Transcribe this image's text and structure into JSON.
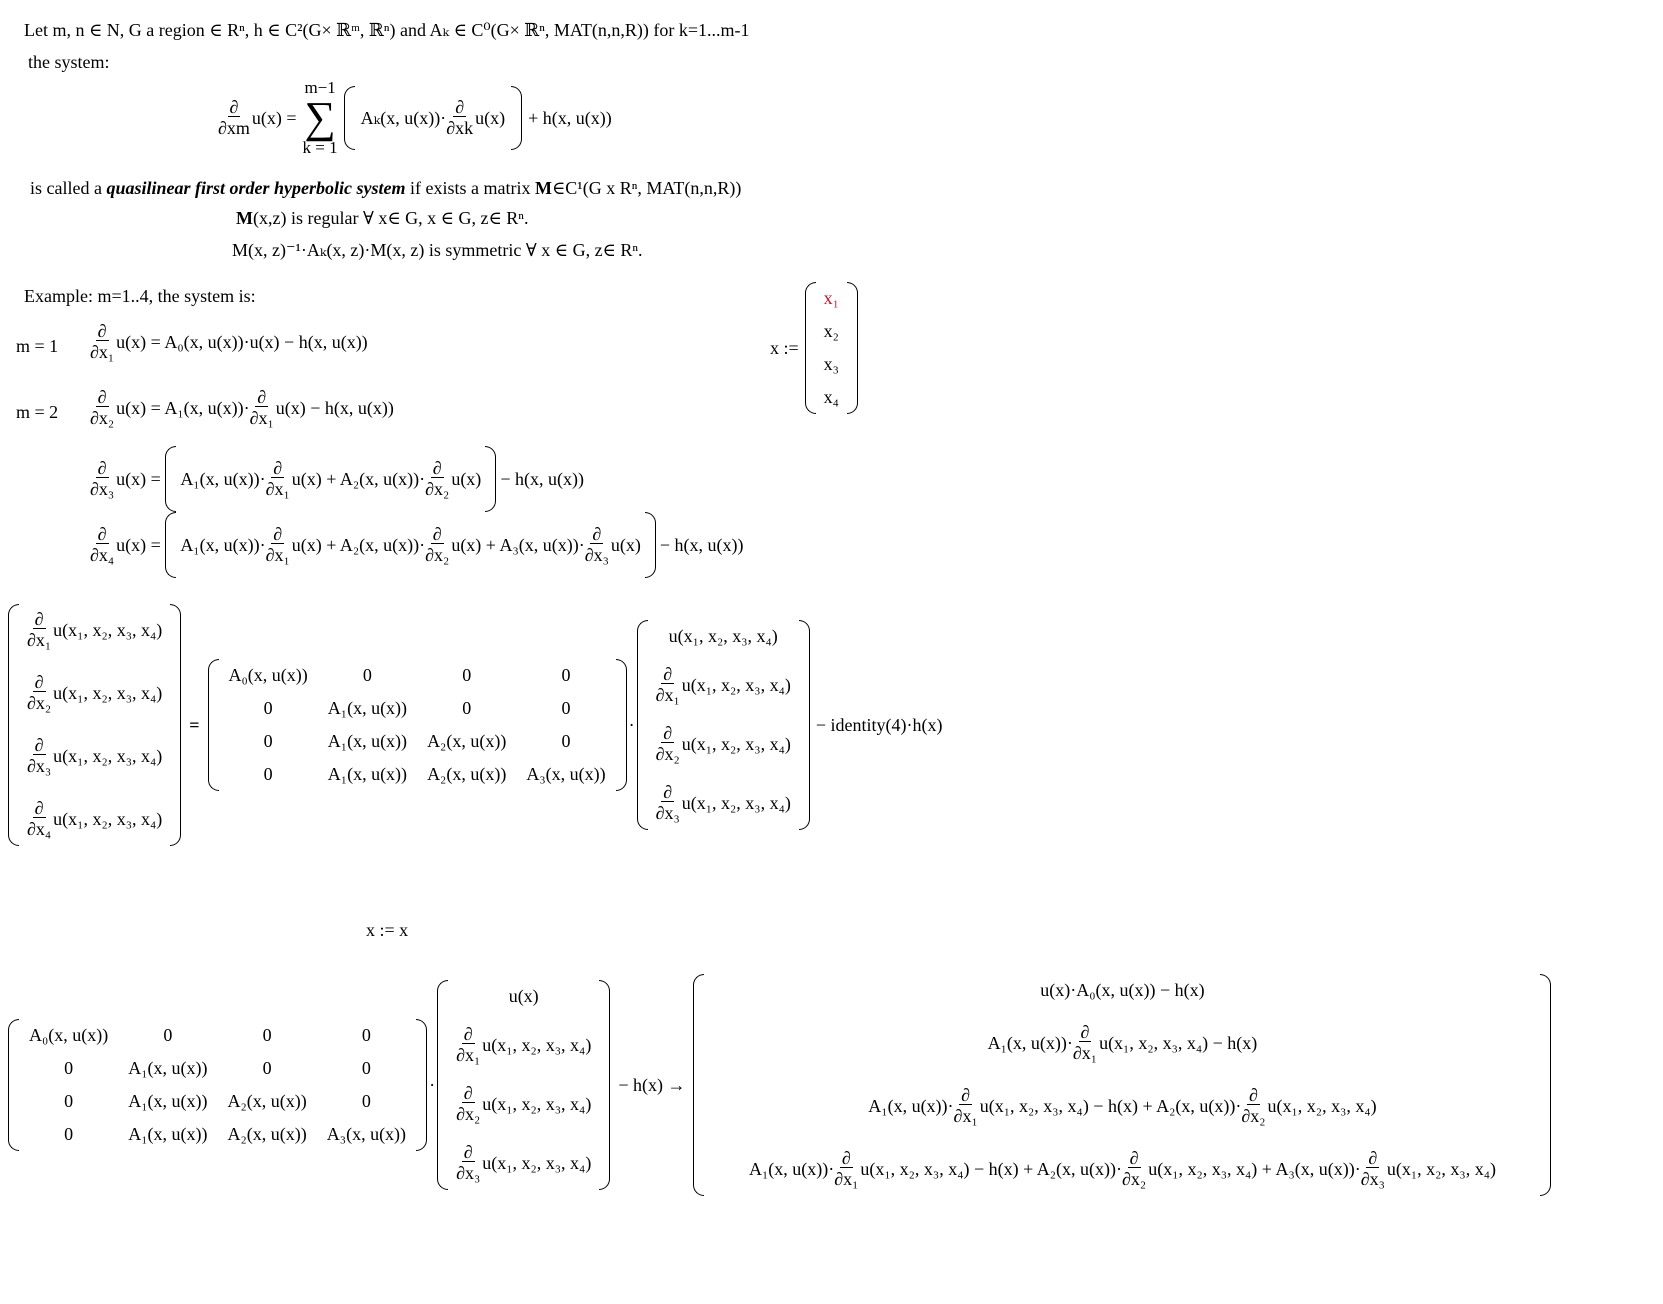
{
  "intro": {
    "line1": "Let m, n ∈ N, G a region ∈ Rⁿ, h ∈ C²(G× ℝᵐ, ℝⁿ) and Aₖ ∈ C⁰(G× ℝⁿ, MAT(n,n,R)) for k=1...m-1",
    "line2": "the system:"
  },
  "general_system": {
    "lhs_den": "∂xm",
    "lhs_fn": "u(x) =",
    "sum_upper": "m−1",
    "sum_lower": "k = 1",
    "term_a": "Aₖ(x, u(x))·",
    "term_den": "∂xk",
    "term_u": "u(x)",
    "tail": "+ h(x, u(x))"
  },
  "definition": {
    "prefix": "is called a",
    "term": "quasilinear first order hyperbolic system",
    "suffix": "if exists a matrix",
    "matrix_sym": "M",
    "matrix_rest": "∈C¹(G x Rⁿ, MAT(n,n,R))",
    "cond1_sym": "M",
    "cond1": "(x,z) is regular ∀ x∈ G,  x ∈ G, z∈ Rⁿ.",
    "cond2": "M(x, z)⁻¹·Aₖ(x, z)·M(x, z)  is symmetric ∀ x ∈ G, z∈ Rⁿ."
  },
  "example": {
    "title": "Example: m=1..4, the system is:",
    "m1_label": "m = 1",
    "m2_label": "m = 2",
    "eq1": {
      "den": "∂x₁",
      "rhs": "u(x) = A₀(x, u(x))·u(x) − h(x, u(x))"
    },
    "eq2": {
      "den": "∂x₂",
      "lhs": "u(x) = A₁(x, u(x))·",
      "den2": "∂x₁",
      "rhs": "u(x) − h(x, u(x))"
    },
    "eq3": {
      "den": "∂x₃",
      "parts": [
        "A₁(x, u(x))·",
        "u(x) + A₂(x, u(x))·",
        "u(x)"
      ],
      "dens": [
        "∂x₁",
        "∂x₂"
      ],
      "tail": "− h(x, u(x))"
    },
    "eq4": {
      "den": "∂x₄",
      "parts": [
        "A₁(x, u(x))·",
        "u(x) + A₂(x, u(x))·",
        "u(x) + A₃(x, u(x))·",
        "u(x)"
      ],
      "dens": [
        "∂x₁",
        "∂x₂",
        "∂x₃"
      ],
      "tail": "− h(x, u(x))"
    }
  },
  "x_def": {
    "label": "x :=",
    "entries": [
      "x₁",
      "x₂",
      "x₃",
      "x₄"
    ],
    "highlight_color": "#c8102e"
  },
  "matrix_eq": {
    "lhs": [
      {
        "den": "∂x₁",
        "fn": "u(x₁, x₂, x₃, x₄)"
      },
      {
        "den": "∂x₂",
        "fn": "u(x₁, x₂, x₃, x₄)"
      },
      {
        "den": "∂x₃",
        "fn": "u(x₁, x₂, x₃, x₄)"
      },
      {
        "den": "∂x₄",
        "fn": "u(x₁, x₂, x₃, x₄)"
      }
    ],
    "eq": "=",
    "A": [
      [
        "A₀(x, u(x))",
        "0",
        "0",
        "0"
      ],
      [
        "0",
        "A₁(x, u(x))",
        "0",
        "0"
      ],
      [
        "0",
        "A₁(x, u(x))",
        "A₂(x, u(x))",
        "0"
      ],
      [
        "0",
        "A₁(x, u(x))",
        "A₂(x, u(x))",
        "A₃(x, u(x))"
      ]
    ],
    "vec_first": "u(x₁, x₂, x₃, x₄)",
    "vec": [
      {
        "den": "∂x₁",
        "fn": "u(x₁, x₂, x₃, x₄)"
      },
      {
        "den": "∂x₂",
        "fn": "u(x₁, x₂, x₃, x₄)"
      },
      {
        "den": "∂x₃",
        "fn": "u(x₁, x₂, x₃, x₄)"
      }
    ],
    "tail": "− identity(4)·h(x)"
  },
  "x_reset": "x := x",
  "eval": {
    "A": [
      [
        "A₀(x, u(x))",
        "0",
        "0",
        "0"
      ],
      [
        "0",
        "A₁(x, u(x))",
        "0",
        "0"
      ],
      [
        "0",
        "A₁(x, u(x))",
        "A₂(x, u(x))",
        "0"
      ],
      [
        "0",
        "A₁(x, u(x))",
        "A₂(x, u(x))",
        "A₃(x, u(x))"
      ]
    ],
    "vec_first": "u(x)",
    "vec": [
      {
        "den": "∂x₁",
        "fn": "u(x₁, x₂, x₃, x₄)"
      },
      {
        "den": "∂x₂",
        "fn": "u(x₁, x₂, x₃, x₄)"
      },
      {
        "den": "∂x₃",
        "fn": "u(x₁, x₂, x₃, x₄)"
      }
    ],
    "tail": "− h(x) →",
    "result": {
      "r1": "u(x)·A₀(x, u(x)) − h(x)",
      "r2a": "A₁(x, u(x))·",
      "r2d": "∂x₁",
      "r2b": "u(x₁, x₂, x₃, x₄) − h(x)",
      "r3a": "A₁(x, u(x))·",
      "r3d1": "∂x₁",
      "r3b": "u(x₁, x₂, x₃, x₄) − h(x) + A₂(x, u(x))·",
      "r3d2": "∂x₂",
      "r3c": "u(x₁, x₂, x₃, x₄)",
      "r4a": "A₁(x, u(x))·",
      "r4d1": "∂x₁",
      "r4b": "u(x₁, x₂, x₃, x₄) − h(x) + A₂(x, u(x))·",
      "r4d2": "∂x₂",
      "r4c": "u(x₁, x₂, x₃, x₄) + A₃(x, u(x))·",
      "r4d3": "∂x₃",
      "r4e": "u(x₁, x₂, x₃, x₄)"
    }
  },
  "partial": "∂"
}
